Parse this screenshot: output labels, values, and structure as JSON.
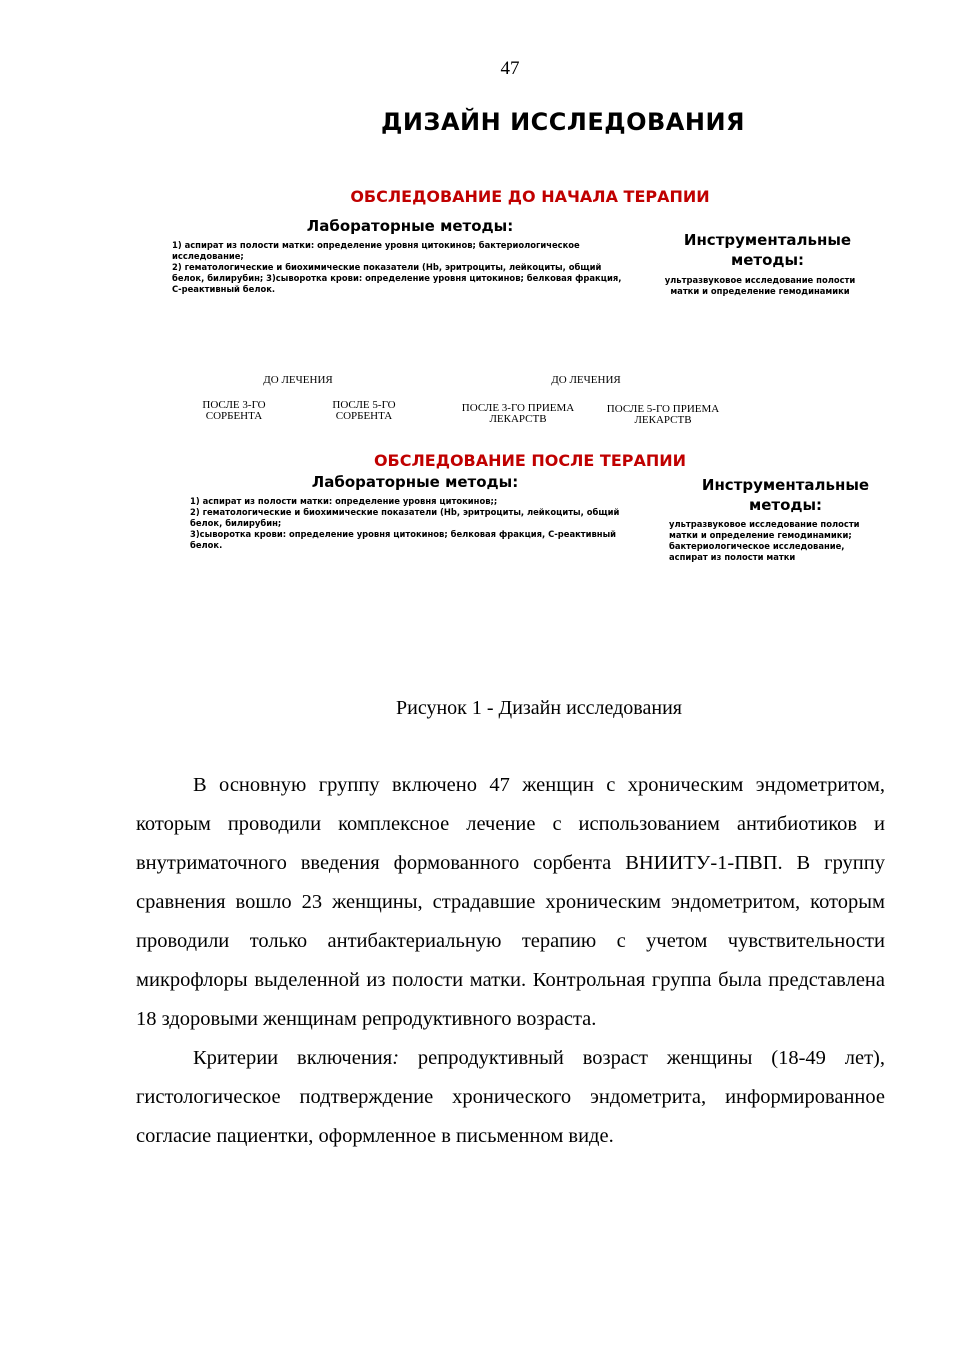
{
  "page": {
    "number": "47"
  },
  "figure": {
    "title": "ДИЗАЙН ИССЛЕДОВАНИЯ",
    "before": {
      "heading": "ОБСЛЕДОВАНИЕ ДО НАЧАЛА ТЕРАПИИ",
      "lab_heading": "Лабораторные методы:",
      "lab_items": [
        "1) аспират из полости матки: определение уровня цитокинов; бактериологическое исследование;",
        "2) гематологические и биохимические показатели (Hb, эритроциты, лейкоциты, общий белок, билирубин; 3)сыворотка крови: определение уровня цитокинов; белковая фракция, С-реактивный белок."
      ],
      "instr_heading": "Инструментальные методы:",
      "instr_text": "ультразвуковое исследование полости матки и определение гемодинамики"
    },
    "flow": {
      "left_top": "ДО ЛЕЧЕНИЯ",
      "right_top": "ДО ЛЕЧЕНИЯ",
      "left_a": "ПОСЛЕ 3-ГО СОРБЕНТА",
      "left_b": "ПОСЛЕ 5-ГО СОРБЕНТА",
      "right_a": "ПОСЛЕ 3-ГО ПРИЕМА ЛЕКАРСТВ",
      "right_b": "ПОСЛЕ 5-ГО ПРИЕМА ЛЕКАРСТВ"
    },
    "after": {
      "heading": "ОБСЛЕДОВАНИЕ ПОСЛЕ ТЕРАПИИ",
      "lab_heading": "Лабораторные методы:",
      "lab_items": [
        "1) аспират из полости матки: определение уровня цитокинов;;",
        "2) гематологические и биохимические показатели (Hb, эритроциты, лейкоциты, общий белок, билирубин;",
        "3)сыворотка крови: определение уровня цитокинов; белковая фракция, С-реактивный белок."
      ],
      "instr_heading": "Инструментальные методы:",
      "instr_text": "ультразвуковое исследование полости матки и определение гемодинамики; бактериологическое исследование, аспират из полости матки"
    },
    "caption": "Рисунок 1 - Дизайн исследования"
  },
  "body": {
    "p1": "В основную группу включено 47 женщин с хроническим эндометритом, которым проводили комплексное лечение с использованием антибиотиков и внутриматочного введения формованного сорбента ВНИИТУ-1-ПВП. В группу сравнения вошло 23 женщины, страдавшие хроническим эндометритом, которым проводили только антибактериальную терапию с учетом чувствительности микрофлоры выделенной из полости матки. Контрольная группа была представлена 18 здоровыми женщинам репродуктивного возраста.",
    "p2_label": "Критерии включения",
    "p2_colon": ":",
    "p2_text": " репродуктивный возраст женщины (18-49 лет), гистологическое подтверждение хронического эндометрита, информированное согласие пациентки, оформленное в письменном виде."
  }
}
